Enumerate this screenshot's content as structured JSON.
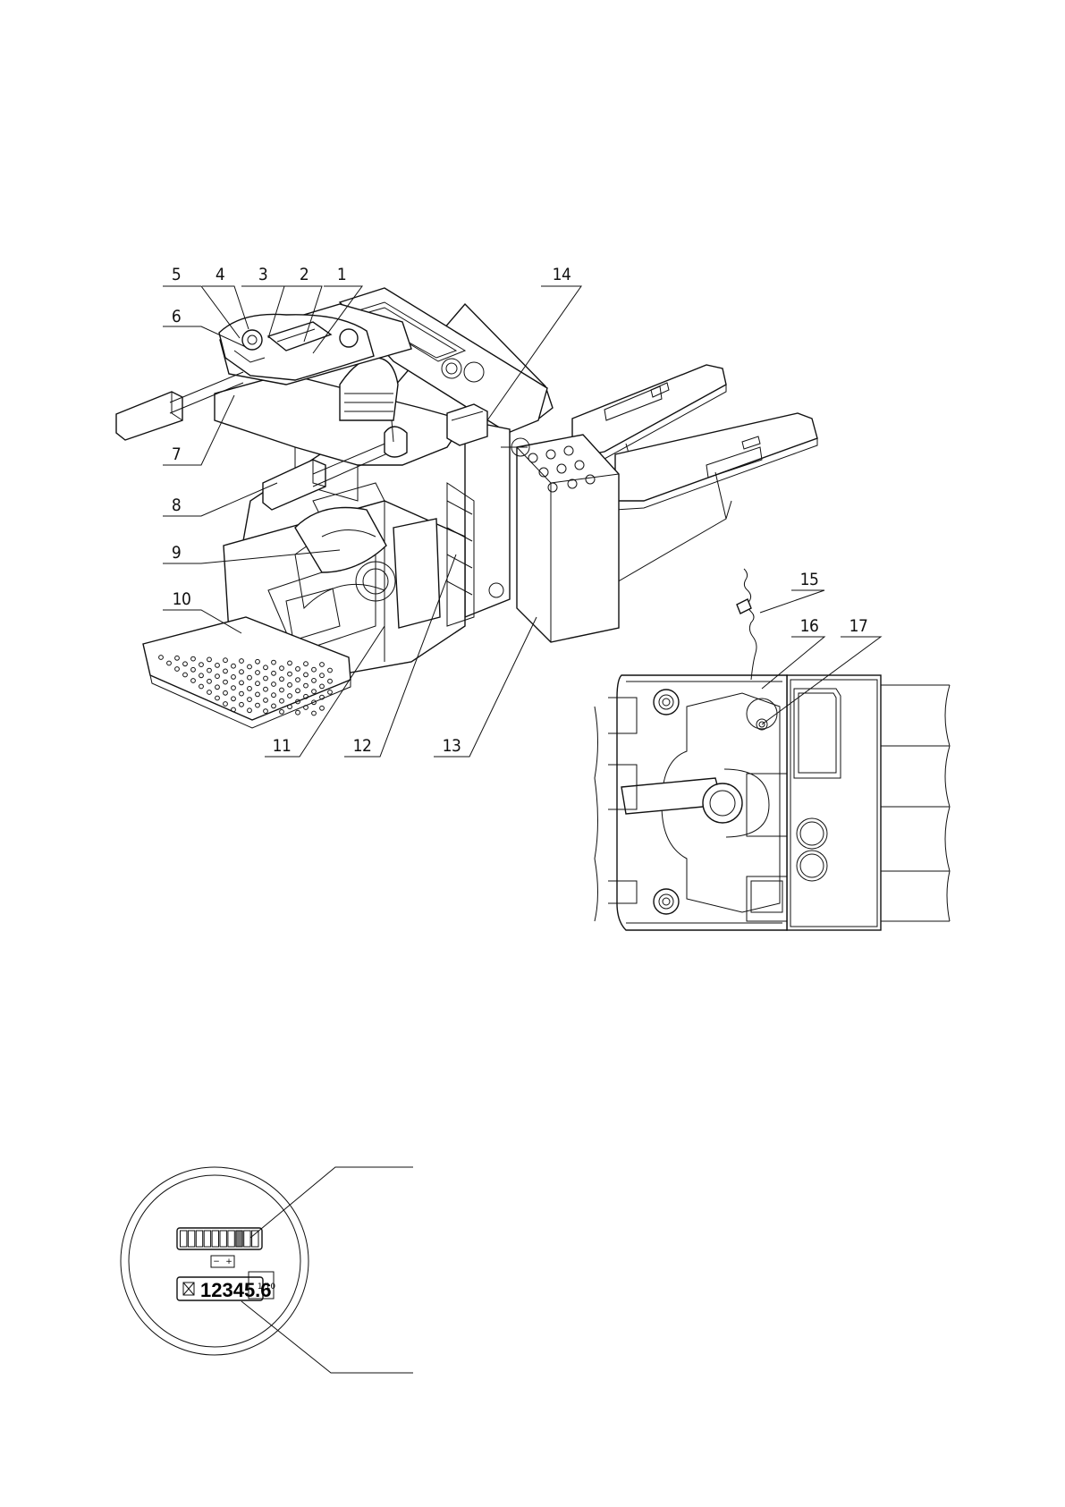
{
  "callouts": {
    "c1": "1",
    "c2": "2",
    "c3": "3",
    "c4": "4",
    "c5": "5",
    "c6": "6",
    "c7": "7",
    "c8": "8",
    "c9": "9",
    "c10": "10",
    "c11": "11",
    "c12": "12",
    "c13": "13",
    "c14": "14",
    "c15": "15",
    "c16": "16",
    "c17": "17"
  },
  "meter": {
    "hours": "12345.6",
    "decimal_unit": "1/10",
    "battery_minus": "−",
    "battery_plus": "+",
    "battery_level": 0.8
  }
}
